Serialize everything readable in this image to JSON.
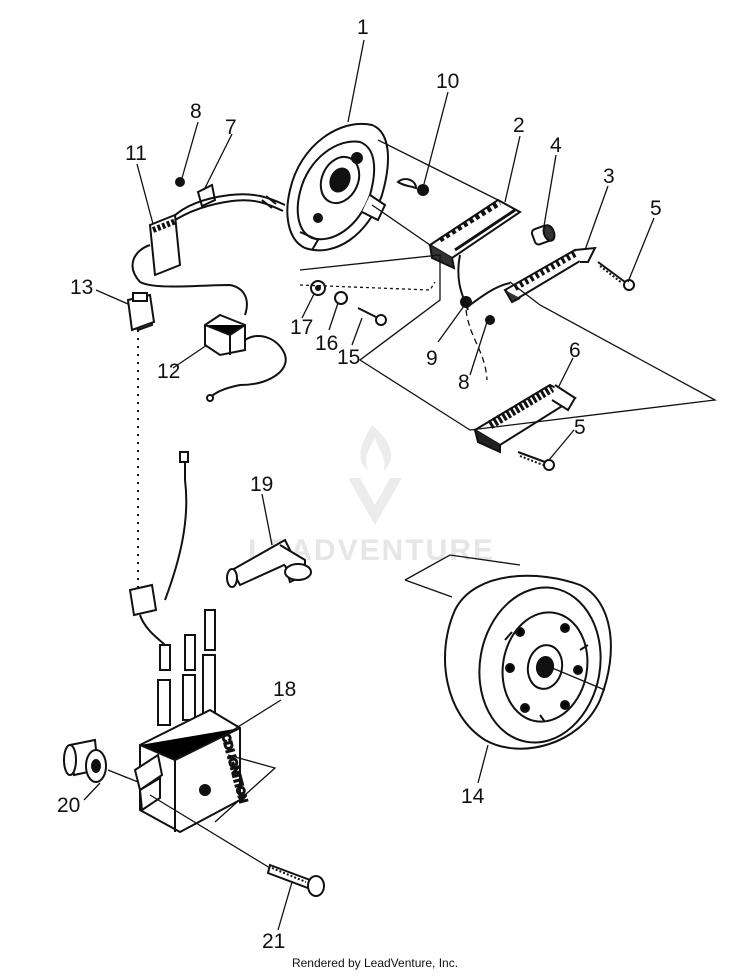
{
  "callouts": {
    "n1": "1",
    "n2": "2",
    "n3": "3",
    "n4": "4",
    "n5a": "5",
    "n5b": "5",
    "n6": "6",
    "n7": "7",
    "n8a": "8",
    "n8b": "8",
    "n9": "9",
    "n10": "10",
    "n11": "11",
    "n12": "12",
    "n13": "13",
    "n14": "14",
    "n15": "15",
    "n16": "16",
    "n17": "17",
    "n18": "18",
    "n19": "19",
    "n20": "20",
    "n21": "21"
  },
  "part_text": {
    "ignition_module": "CDI IGNITION"
  },
  "watermark": {
    "text": "LEADVENTURE"
  },
  "footer": {
    "credit": "Rendered by LeadVenture, Inc."
  }
}
